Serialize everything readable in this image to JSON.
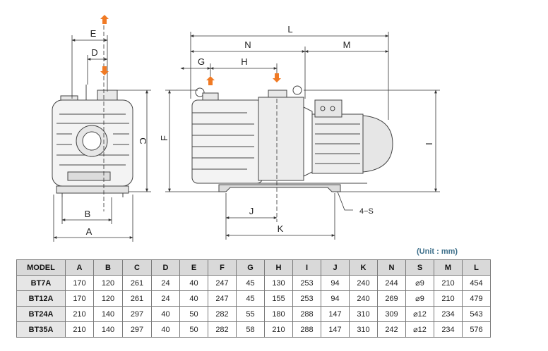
{
  "drawing": {
    "dimension_labels": {
      "A": "A",
      "B": "B",
      "C": "C",
      "D": "D",
      "E": "E",
      "F": "F",
      "G": "G",
      "H": "H",
      "I": "I",
      "J": "J",
      "K": "K",
      "L": "L",
      "M": "M",
      "N": "N"
    },
    "hole_callout": "4−S",
    "colors": {
      "arrow": "#f07a24",
      "line": "#444444",
      "dim": "#333333"
    }
  },
  "unit_note": "(Unit : mm)",
  "table": {
    "headers": [
      "MODEL",
      "A",
      "B",
      "C",
      "D",
      "E",
      "F",
      "G",
      "H",
      "I",
      "J",
      "K",
      "N",
      "S",
      "M",
      "L"
    ],
    "rows": [
      [
        "BT7A",
        "170",
        "120",
        "261",
        "24",
        "40",
        "247",
        "45",
        "130",
        "253",
        "94",
        "240",
        "244",
        "⌀9",
        "210",
        "454"
      ],
      [
        "BT12A",
        "170",
        "120",
        "261",
        "24",
        "40",
        "247",
        "45",
        "155",
        "253",
        "94",
        "240",
        "269",
        "⌀9",
        "210",
        "479"
      ],
      [
        "BT24A",
        "210",
        "140",
        "297",
        "40",
        "50",
        "282",
        "55",
        "180",
        "288",
        "147",
        "310",
        "309",
        "⌀12",
        "234",
        "543"
      ],
      [
        "BT35A",
        "210",
        "140",
        "297",
        "40",
        "50",
        "282",
        "58",
        "210",
        "288",
        "147",
        "310",
        "242",
        "⌀12",
        "234",
        "576"
      ]
    ]
  }
}
